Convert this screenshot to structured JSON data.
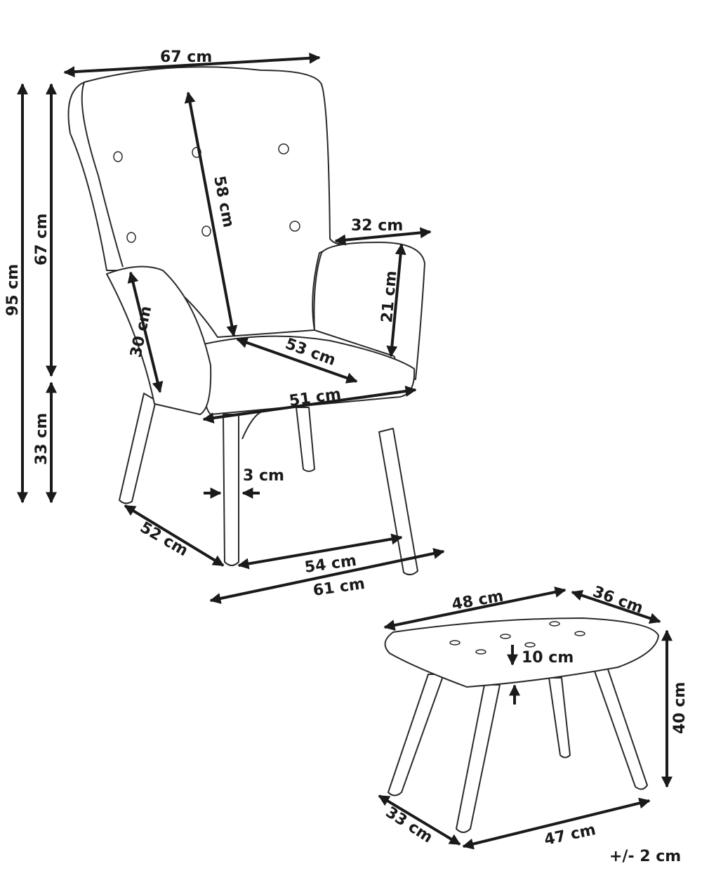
{
  "chair": {
    "total_width": "67 cm",
    "total_height": "95 cm",
    "back_height": "67 cm",
    "seat_height": "33 cm",
    "backrest_height": "58 cm",
    "armrest_width": "32 cm",
    "armrest_height": "21 cm",
    "side_height": "30 cm",
    "seat_depth": "53 cm",
    "seat_width": "51 cm",
    "leg_thickness": "3 cm",
    "base_depth": "52 cm",
    "base_width_inner": "54 cm",
    "base_width_outer": "61 cm"
  },
  "footstool": {
    "top_width": "48 cm",
    "top_depth": "36 cm",
    "cushion_thickness": "10 cm",
    "height": "40 cm",
    "base_depth": "33 cm",
    "base_width": "47 cm"
  },
  "tolerance": "+/- 2 cm"
}
